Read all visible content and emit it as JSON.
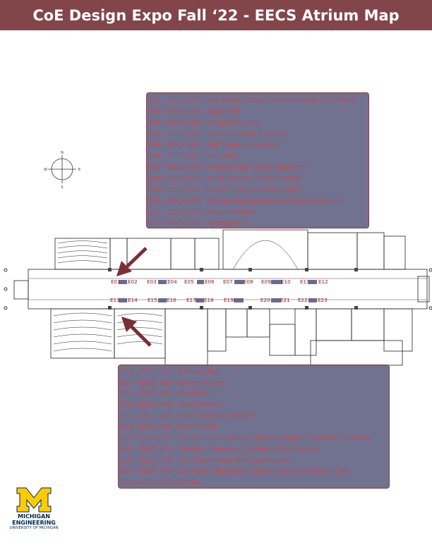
{
  "header": {
    "title": "CoE Design Expo Fall ‘22 - EECS Atrium Map"
  },
  "colors": {
    "header_bg": "#82454a",
    "legend_bg": "#5c5f80",
    "legend_border": "#8a3e45",
    "legend_text": "#c24a52",
    "booth_label": "#8a1f2a",
    "arrow": "#7a2e35",
    "logo_maize": "#ffcb05",
    "logo_blue": "#00274c"
  },
  "legend_top": {
    "items": [
      "E01 - EECS 473 - Low Energy Ground Magnetometer (LEGMAG)",
      "E02 - EECS 473 - Magic Wifi",
      "E03 - EECS 452 - VR Spatial Audio",
      "E04 - EECS 452 - VR Glove Hand Tracking",
      "E05 - EECS 452 - DSP Timbre Converter",
      "E06 - EECS 452 - VibComm",
      "E07 - EECS 473 - Jellyfish Labs: Smart Aquarium",
      "E08 - EECS 473 - Thrust Vector Control Hopper",
      "E09 - EECS 473 - Electric Longboard Controller",
      "E10 - EECS 473 - UM Baja Racing Wireless Data Acquisition",
      "E11 - EECS 473 - Ukulele Master",
      "E12 - EECS 473 - Hydroponics"
    ]
  },
  "legend_bottom": {
    "items": [
      "E13 - EECS 473 - Delivery Bot",
      "E14 - EECS 452 - Spidey-Senses",
      "E15 - EECS 452 - Geomixer",
      "E16 - EECS 473 - Haptic Hands",
      "E17 - EECS 473 - Smart Pothole Detector",
      "E18 - EECS 473 - Java the Bot",
      "E19 - EECS473 - The All-in-One Outdoor Sports Computer System ( M-Track)",
      "E20 - EECS 473 - QuiCafe - Automatic Cafeteria Sale System",
      "E21 - EECS 473 - The \"Automated Arb\" Greenhouse",
      "E22 - EECS 473 - Low-Power Blind Spot Detector for Post-Factory Cars",
      "E23 - EECS 473 - EBrake"
    ]
  },
  "booths": {
    "row1": [
      "E01",
      "E02",
      "E03",
      "E04",
      "E05",
      "E06",
      "E07",
      "E08",
      "E09",
      "E10",
      "E11",
      "E12"
    ],
    "row2": [
      "E13",
      "E14",
      "E15",
      "E16",
      "E17",
      "E18",
      "E19",
      "E20",
      "E21",
      "E22",
      "E23"
    ]
  },
  "compass": {
    "n": "N",
    "s": "S",
    "e": "E",
    "w": "W"
  },
  "logo": {
    "line1": "MICHIGAN",
    "line2": "ENGINEERING",
    "line3": "UNIVERSITY OF MICHIGAN"
  }
}
